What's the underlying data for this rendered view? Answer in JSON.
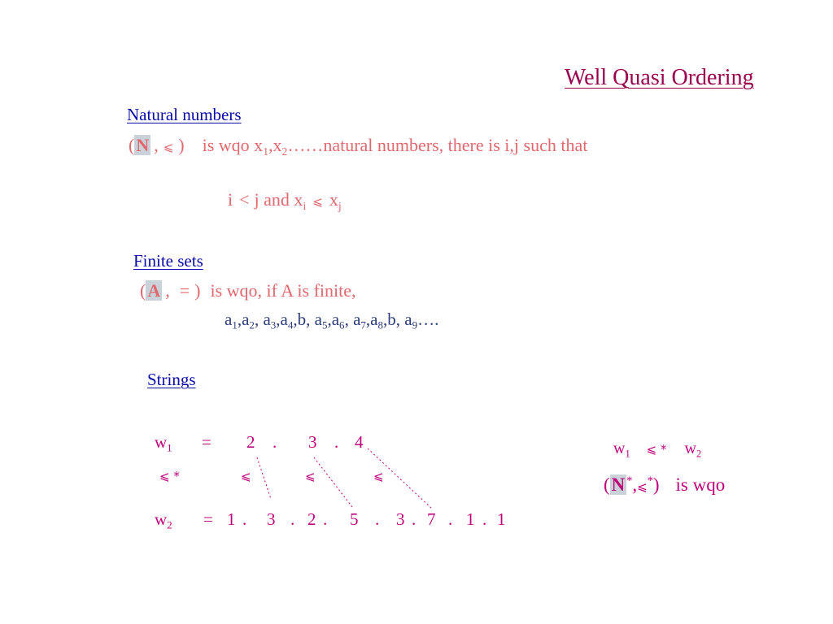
{
  "title": "Well Quasi Ordering",
  "natural": {
    "heading": "Natural numbers",
    "open": "(",
    "set": "N",
    "comma": ",",
    "leq": "⩽",
    "close": ")",
    "text1": "is wqo x",
    "sub1": "1",
    "text2": ",x",
    "sub2": "2",
    "text3": "……natural numbers, there is i,j such that",
    "cond_i": "i",
    "cond_lt": "<",
    "cond_mid": "j and x",
    "cond_sub_i": "i",
    "cond_leq": "⩽",
    "cond_x": "x",
    "cond_sub_j": "j"
  },
  "finite": {
    "heading": "Finite sets",
    "open": "(",
    "set": "A",
    "comma": ",",
    "eq": "=",
    "close": ")",
    "text": "is wqo, if A is finite,",
    "seq": [
      {
        "t": "a",
        "s": "1"
      },
      {
        "t": ",a",
        "s": "2"
      },
      {
        "t": ", a",
        "s": "3"
      },
      {
        "t": ",a",
        "s": "4"
      },
      {
        "t": ",b, a",
        "s": "5"
      },
      {
        "t": ",a",
        "s": "6"
      },
      {
        "t": ", a",
        "s": "7"
      },
      {
        "t": ",a",
        "s": "8"
      },
      {
        "t": ",b, a",
        "s": "9"
      },
      {
        "t": "….",
        "s": ""
      }
    ]
  },
  "strings": {
    "heading": "Strings",
    "w1_label": "w",
    "w1_sub": "1",
    "w1_eq": "=",
    "w1_chars": [
      "2",
      ".",
      "3",
      ".",
      "4"
    ],
    "leq_star": "⩽ *",
    "leq": "⩽",
    "w2_label": "w",
    "w2_sub": "2",
    "w2_eq": "=",
    "w2_chars": [
      "1",
      ".",
      "3",
      ".",
      "2",
      ".",
      "5",
      ".",
      "3",
      ".",
      "7",
      ".",
      "1",
      ".",
      "1"
    ]
  },
  "right": {
    "w1": "w",
    "w1_sub": "1",
    "leq_star": "⩽ *",
    "w2": "w",
    "w2_sub": "2",
    "open": "(",
    "set": "N",
    "set_sup": "*",
    "comma": ",",
    "leq": "⩽",
    "leq_sup": "*",
    "close": ")",
    "text": "is wqo"
  }
}
